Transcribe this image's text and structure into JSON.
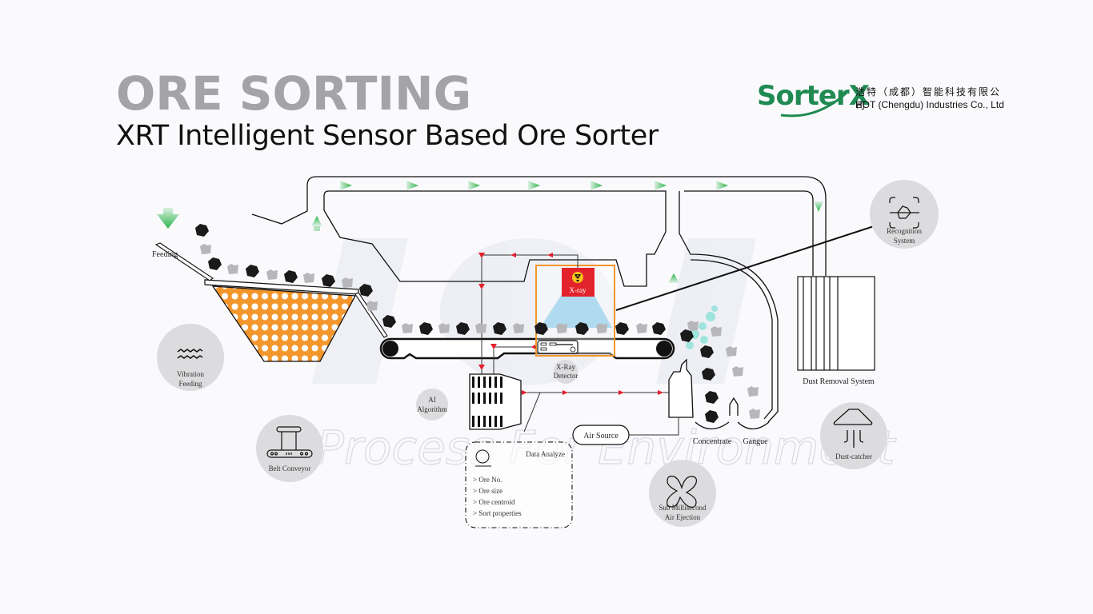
{
  "header": {
    "title": "ORE SORTING",
    "subtitle": "XRT Intelligent Sensor Based Ore Sorter"
  },
  "logo": {
    "brand": "SorterX",
    "company_cn": "浩特（成都）智能科技有限公司",
    "company_en": "HOT (Chengdu) Industries Co., Ltd",
    "brand_color": "#1f8a52"
  },
  "watermark": {
    "text": "Process For Environment",
    "big_letters": "HOT"
  },
  "labels": {
    "feeding": "Feeding",
    "xray": "X-ray",
    "xray_detector_1": "X-Ray",
    "xray_detector_2": "Detector",
    "air_source": "Air Source",
    "concentrate": "Concentrate",
    "gangue": "Gangue",
    "dust_removal": "Dust Removal System"
  },
  "feature_badges": [
    {
      "icon": "vibration-icon",
      "line1": "Vibration",
      "line2": "Feeding"
    },
    {
      "icon": "belt-conveyor-icon",
      "line1": "Belt Conveyor",
      "line2": ""
    },
    {
      "icon": "",
      "line1": "AI",
      "line2": "Algorithm"
    },
    {
      "icon": "recognition-icon",
      "line1": "Recognition",
      "line2": "System"
    },
    {
      "icon": "fan-icon",
      "line1": "Sub Millisecond",
      "line2": "Air Ejection"
    },
    {
      "icon": "dust-catcher-icon",
      "line1": "Dust-catcher",
      "line2": ""
    }
  ],
  "data_analyze": {
    "title": "Data Analyze",
    "items": [
      "Ore No.",
      "Ore size",
      "Ore centroid",
      "Sort properties"
    ]
  },
  "colors": {
    "hopper_orange": "#f3962b",
    "xray_red": "#e3232b",
    "beam_blue": "#9fd3ec",
    "signal_red": "#e51f2a",
    "flow_green": "#2bb34a",
    "ore_dark": "#1a1a1a",
    "ore_gray": "#b7b7b9",
    "badge_gray": "#dcdcde"
  }
}
